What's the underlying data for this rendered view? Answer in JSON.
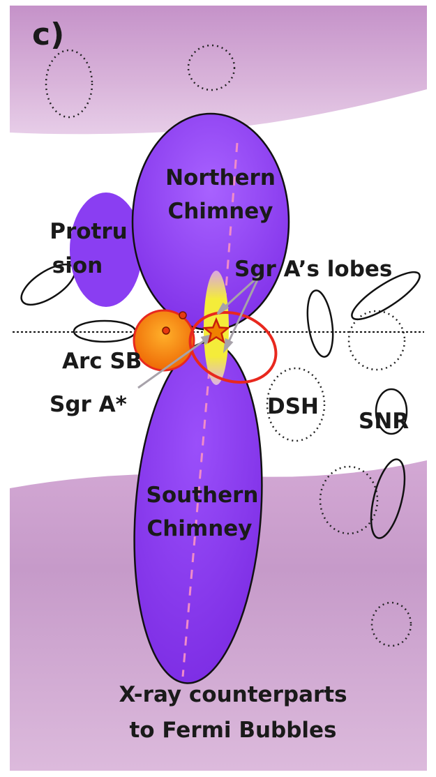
{
  "panel_label": "c)",
  "labels": {
    "northern_chimney": [
      "Northern",
      "Chimney"
    ],
    "southern_chimney": [
      "Southern",
      "Chimney"
    ],
    "protrusion": [
      "Protru",
      "sion"
    ],
    "sgr_a_lobes": "Sgr A’s lobes",
    "arc_sb": "Arc SB",
    "sgr_a_star": "Sgr A*",
    "dsh": "DSH",
    "snr": "SNR",
    "bottom": [
      "X-ray counterparts",
      "to Fermi Bubbles"
    ]
  },
  "colors": {
    "bubble_region": "#c898cc",
    "chimney": "#8c3cf0",
    "arc_sb": "#f5820a",
    "sgr_a_lobes": "#f5e61e",
    "red_ellipse": "#e8281e",
    "pink_dash": "#f08cc8",
    "outline": "#111111"
  },
  "icons": {
    "sgr_a_star_marker": "star-icon"
  }
}
